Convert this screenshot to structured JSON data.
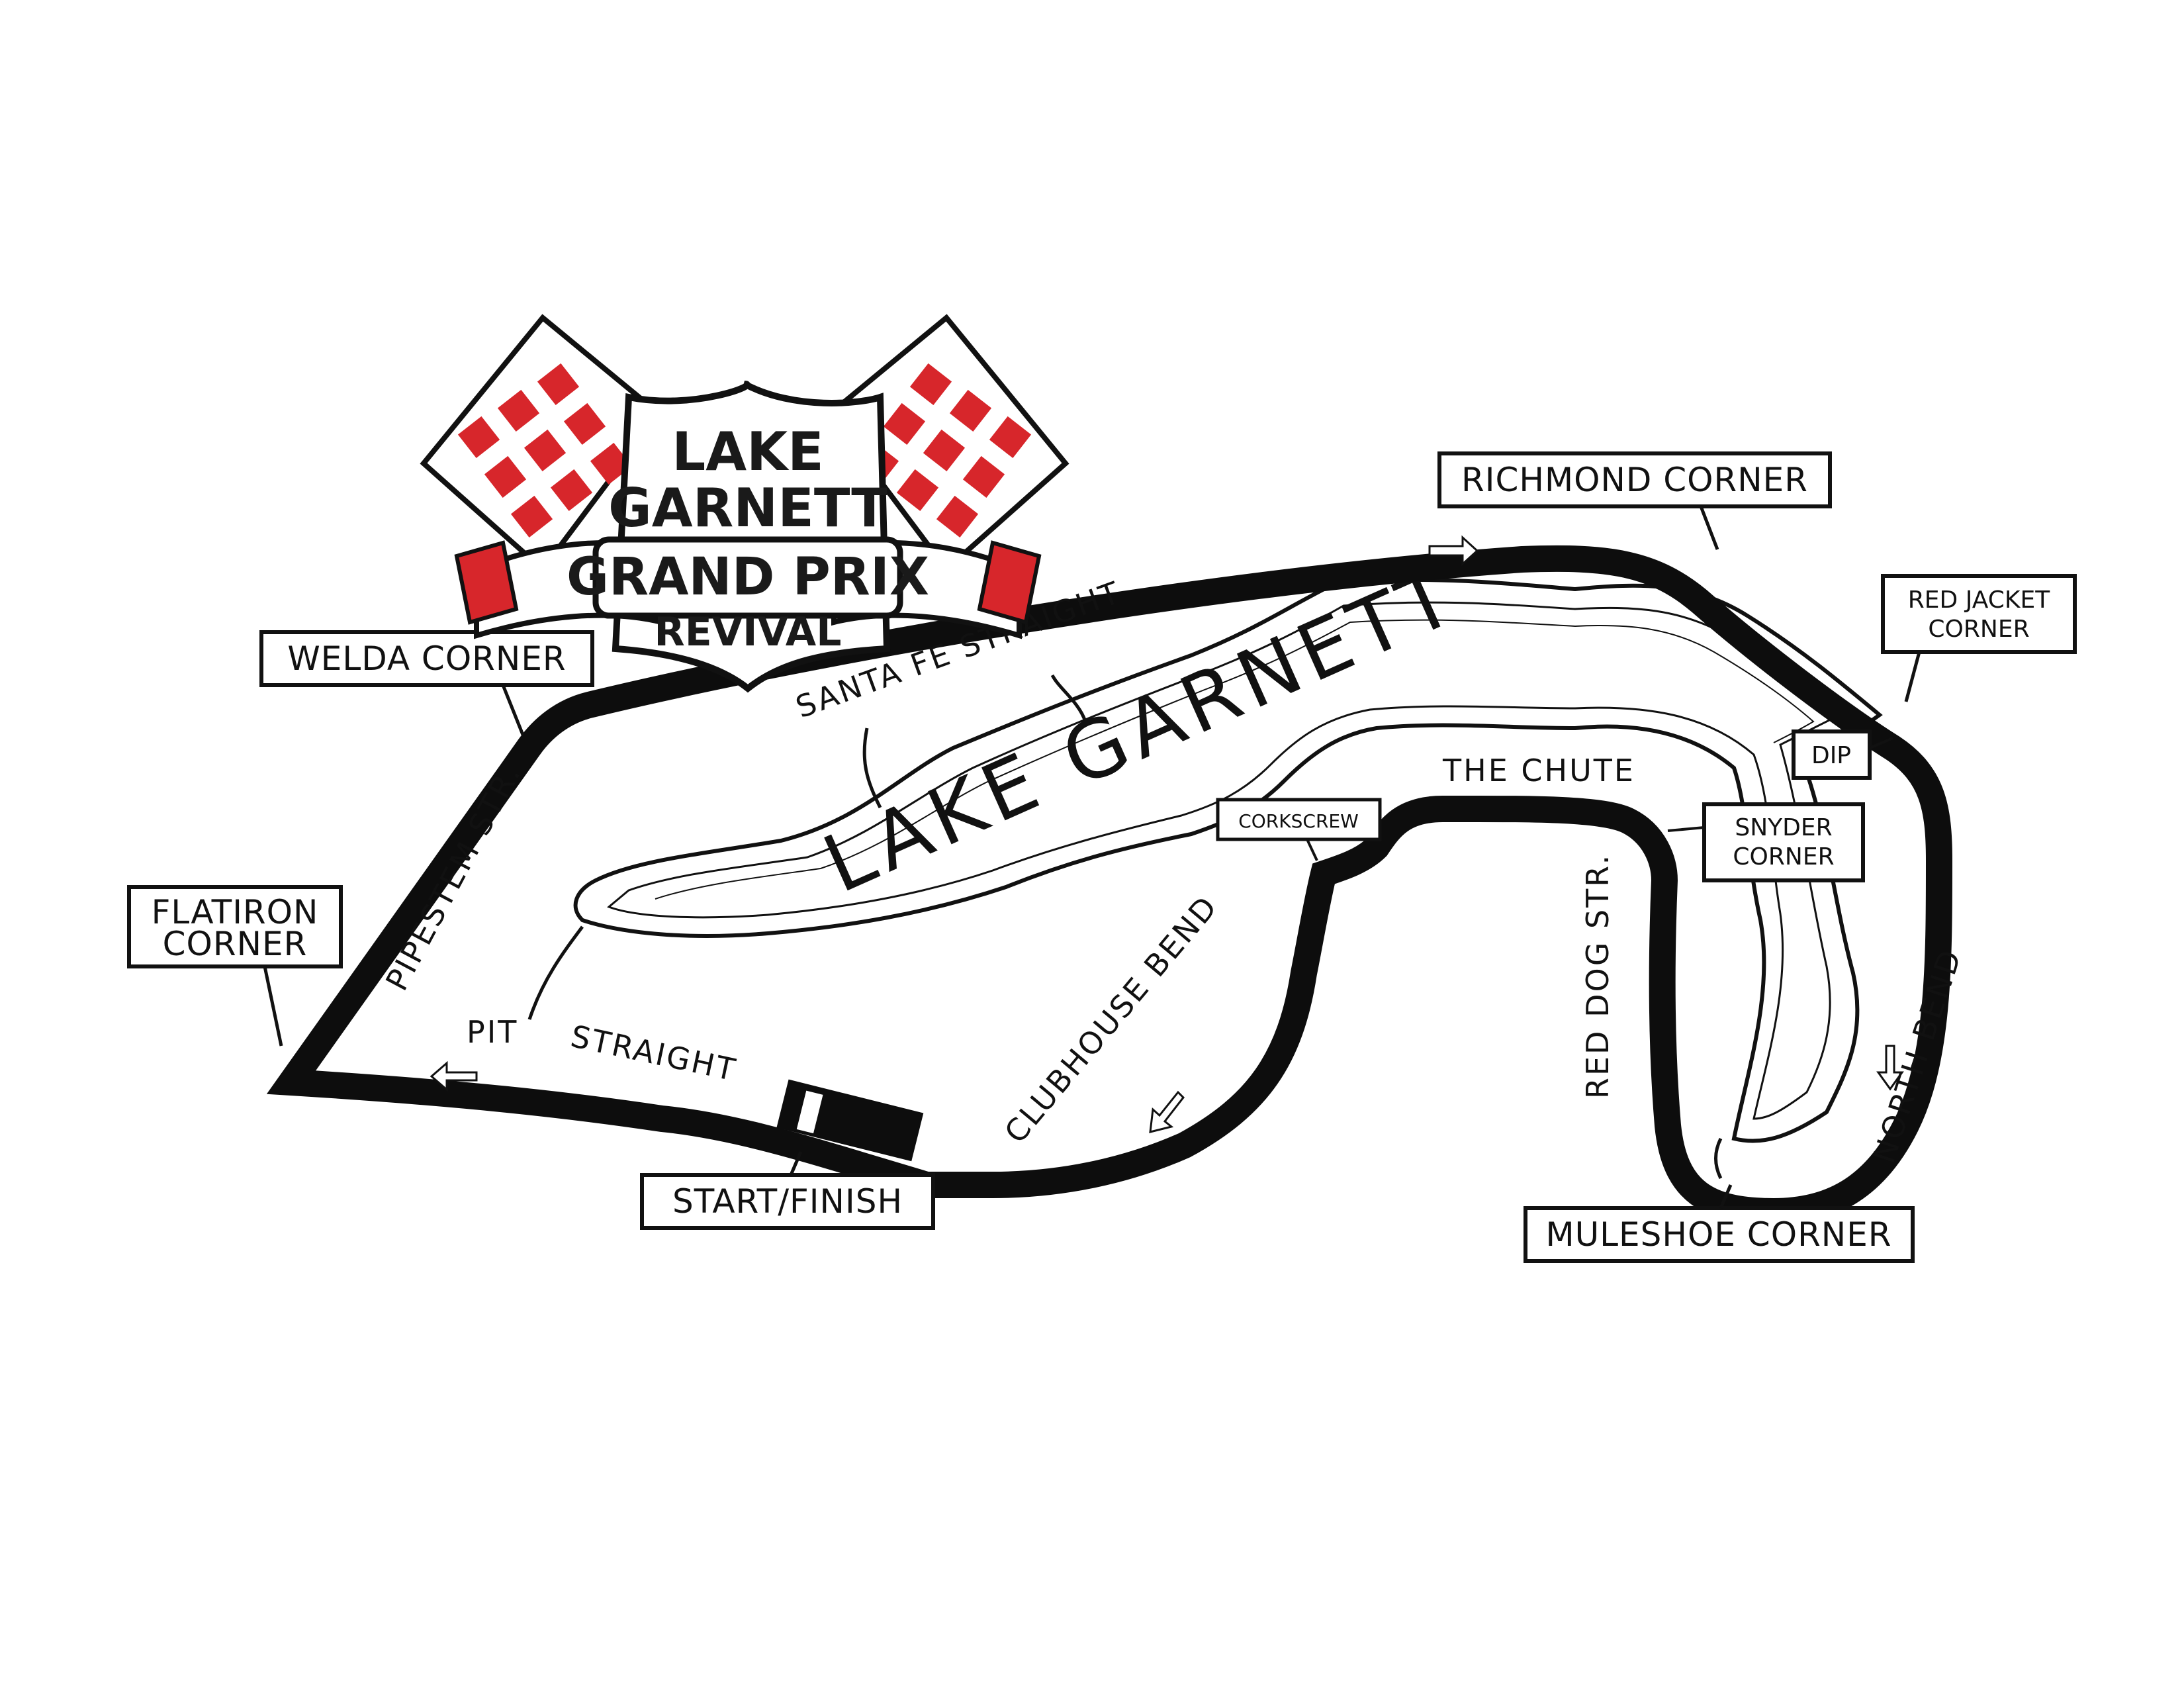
{
  "logo": {
    "line1": "LAKE",
    "line2": "GARNETT",
    "line3": "GRAND PRIX",
    "line4": "REVIVAL"
  },
  "lake": {
    "name": "LAKE GARNETT"
  },
  "corners": {
    "richmond": "RICHMOND CORNER",
    "red_jacket_1": "RED JACKET",
    "red_jacket_2": "CORNER",
    "welda": "WELDA CORNER",
    "flatiron_1": "FLATIRON",
    "flatiron_2": "CORNER",
    "corkscrew": "CORKSCREW",
    "dip": "DIP",
    "snyder_1": "SNYDER",
    "snyder_2": "CORNER",
    "start_finish": "START/FINISH",
    "muleshoe": "MULESHOE CORNER"
  },
  "sections": {
    "santa_fe": "SANTA FE STRAIGHT",
    "pipestem": "PIPESTEM STR.",
    "pit": "PIT",
    "straight": "STRAIGHT",
    "clubhouse": "CLUBHOUSE BEND",
    "the_chute": "THE CHUTE",
    "red_dog": "RED DOG STR.",
    "north_bend": "NORTH BEND"
  },
  "colors": {
    "track": "#0d0d0d",
    "flag_red": "#d7262b",
    "background": "#ffffff"
  }
}
